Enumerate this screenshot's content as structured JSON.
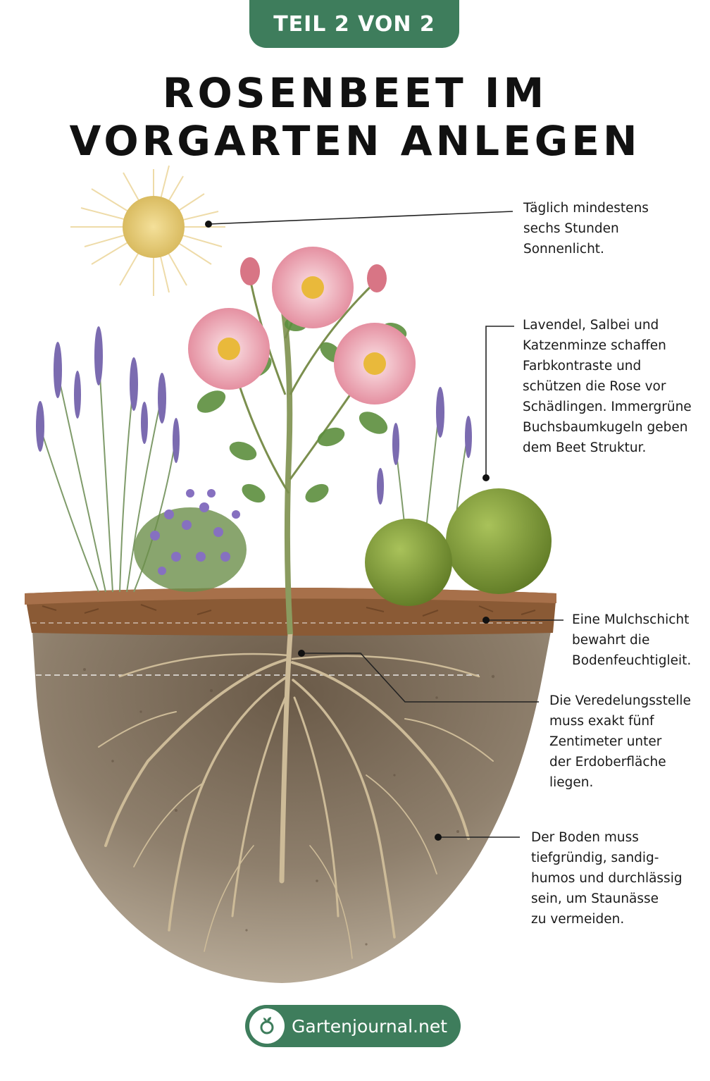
{
  "header": {
    "part_label": "TEIL 2 VON 2",
    "title_line1": "ROSENBEET IM",
    "title_line2": "VORGARTEN ANLEGEN"
  },
  "annotations": {
    "sun": "Täglich mindestens\nsechs Stunden\nSonnenlicht.",
    "companions": "Lavendel, Salbei und\nKatzenminze schaffen\nFarbkontraste und\nschützen die Rose vor\nSchädlingen. Immergrüne\nBuchsbaumkugeln geben\ndem Beet Struktur.",
    "mulch": "Eine Mulchschicht\nbewahrt die\nBodenfeuchtigleit.",
    "graft": "Die Veredelungsstelle\nmuss exakt fünf\nZentimeter unter\nder Erdoberfläche\nliegen.",
    "soil": "Der Boden muss\ntiefgründig, sandig-\nhumos und durchlässig\nsein, um Staunässe\nzu vermeiden."
  },
  "footer": {
    "brand": "Gartenjournal.net",
    "logo_icon": "leaf-seedling-icon"
  },
  "colors": {
    "badge_green": "#3e7d5c",
    "rose_pink": "#e8879a",
    "lavender": "#7b6bb0",
    "leaf_green": "#5d8f3e",
    "boxwood": "#7f9a35",
    "mulch": "#8a5a35",
    "soil": "#8c7c68"
  }
}
